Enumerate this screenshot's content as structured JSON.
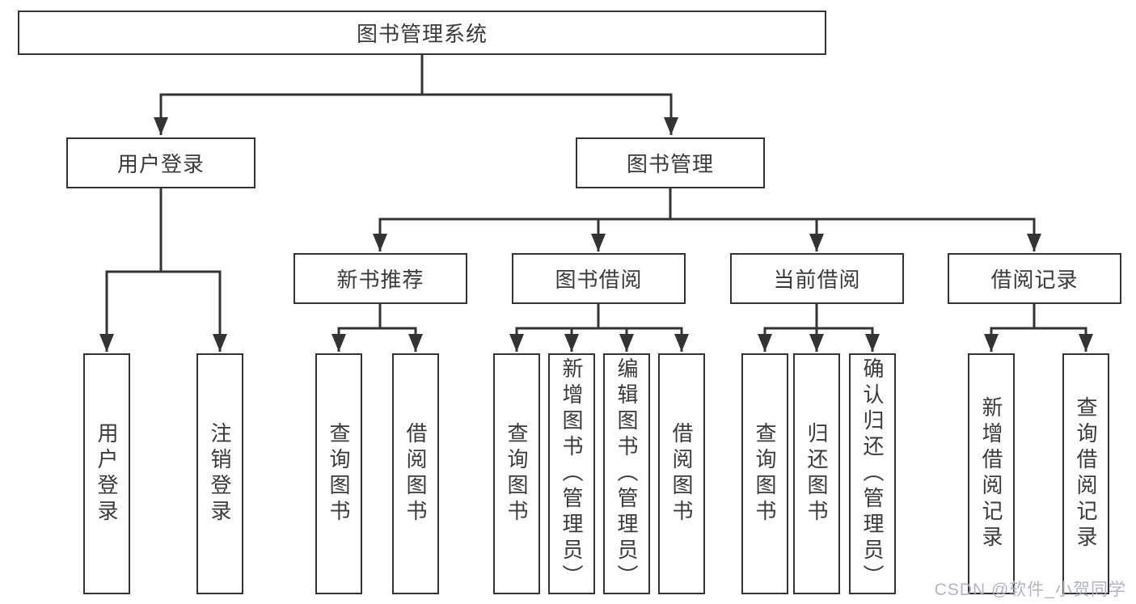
{
  "root": {
    "label": "图书管理系统"
  },
  "branches": [
    {
      "label": "用户登录",
      "children": [
        {
          "label": "用户登录"
        },
        {
          "label": "注销登录"
        }
      ]
    },
    {
      "label": "图书管理",
      "children": [
        {
          "label": "新书推荐",
          "children": [
            {
              "label": "查询图书"
            },
            {
              "label": "借阅图书"
            }
          ]
        },
        {
          "label": "图书借阅",
          "children": [
            {
              "label": "查询图书"
            },
            {
              "label": "新增图书（管理员）"
            },
            {
              "label": "编辑图书（管理员）"
            },
            {
              "label": "借阅图书"
            }
          ]
        },
        {
          "label": "当前借阅",
          "children": [
            {
              "label": "查询图书"
            },
            {
              "label": "归还图书"
            },
            {
              "label": "确认归还（管理员）"
            }
          ]
        },
        {
          "label": "借阅记录",
          "children": [
            {
              "label": "新增借阅记录"
            },
            {
              "label": "查询借阅记录"
            }
          ]
        }
      ]
    }
  ],
  "watermark": "CSDN @软件_小贺同学",
  "colors": {
    "line": "#333333",
    "text": "#3a3a3a",
    "background": "#ffffff",
    "watermark": "#aeb2b8"
  }
}
